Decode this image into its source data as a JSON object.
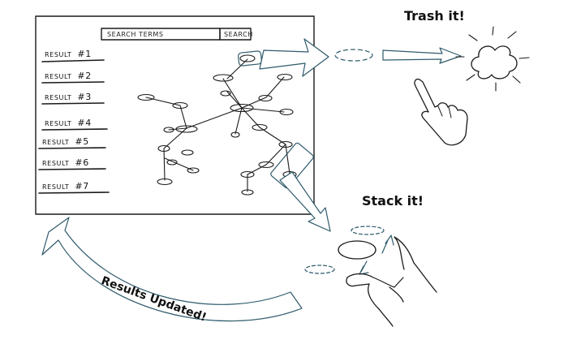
{
  "search": {
    "field_text": "Search Terms",
    "button_label": "Search"
  },
  "results": [
    {
      "label": "Result",
      "number": "#1"
    },
    {
      "label": "Result",
      "number": "#2"
    },
    {
      "label": "Result",
      "number": "#3"
    },
    {
      "label": "Result",
      "number": "#4"
    },
    {
      "label": "Result",
      "number": "#5"
    },
    {
      "label": "Result",
      "number": "#6"
    },
    {
      "label": "Result",
      "number": "#7"
    }
  ],
  "annotations": {
    "trash": "Trash it!",
    "stack": "Stack it!",
    "updated": "Results Updated!"
  },
  "colors": {
    "ink": "#1a1a1a",
    "accent": "#2e5a6b",
    "accent_fill": "#ffffff"
  }
}
